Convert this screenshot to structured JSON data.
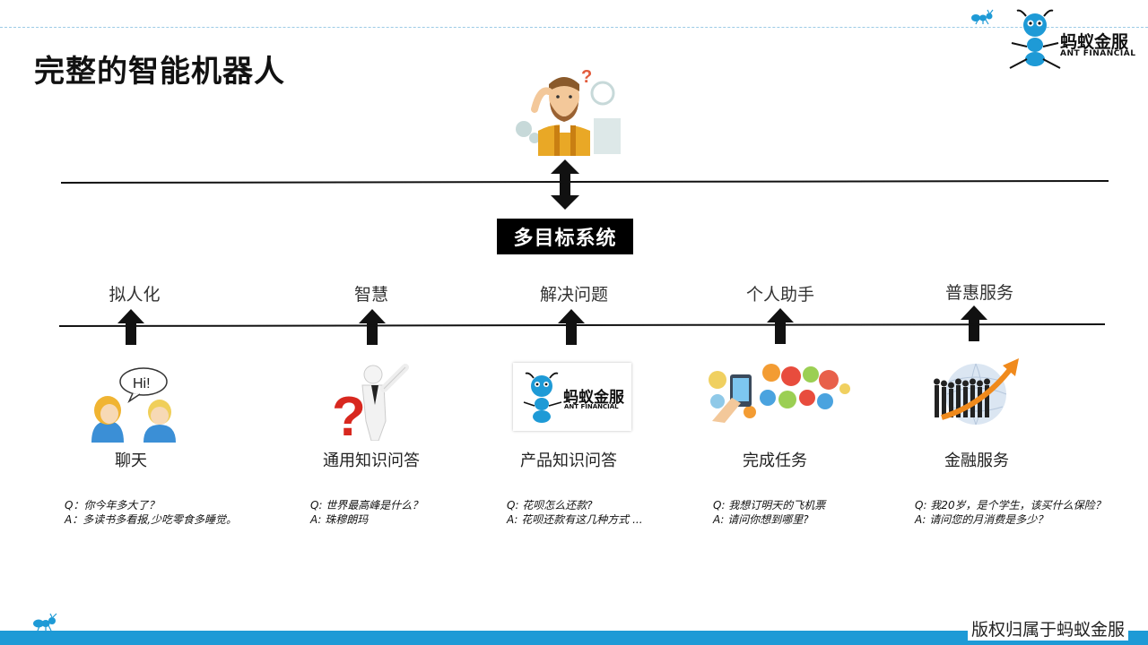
{
  "slide": {
    "title": "完整的智能机器人",
    "system_label": "多目标系统",
    "copyright": "版权归属于蚂蚁金服"
  },
  "logo": {
    "cn": "蚂蚁金服",
    "en": "ANT FINANCIAL"
  },
  "capabilities": [
    "拟人化",
    "智慧",
    "解决问题",
    "个人助手",
    "普惠服务"
  ],
  "modules": [
    {
      "label": "聊天",
      "icon": "chat-people-icon",
      "bubble": "Hi!",
      "q": "Q：你今年多大了？",
      "a": "A：多读书多看报,少吃零食多睡觉。"
    },
    {
      "label": "通用知识问答",
      "icon": "question-figure-icon",
      "q": "Q: 世界最高峰是什么？",
      "a": "A: 珠穆朗玛"
    },
    {
      "label": "产品知识问答",
      "icon": "ant-financial-logo-icon",
      "logo_cn": "蚂蚁金服",
      "logo_en": "ANT FINANCIAL",
      "q": "Q: 花呗怎么还款?",
      "a": "A: 花呗还款有这几种方式 ..."
    },
    {
      "label": "完成任务",
      "icon": "task-apps-icon",
      "q": "Q: 我想订明天的飞机票",
      "a": "A: 请问你想到哪里?"
    },
    {
      "label": "金融服务",
      "icon": "finance-growth-icon",
      "q": "Q: 我20岁，是个学生，该买什么保险？",
      "a": "A: 请问您的月消费是多少？"
    }
  ],
  "colors": {
    "accent": "#1e9ad6",
    "dark": "#000000",
    "arrow": "#111111"
  }
}
